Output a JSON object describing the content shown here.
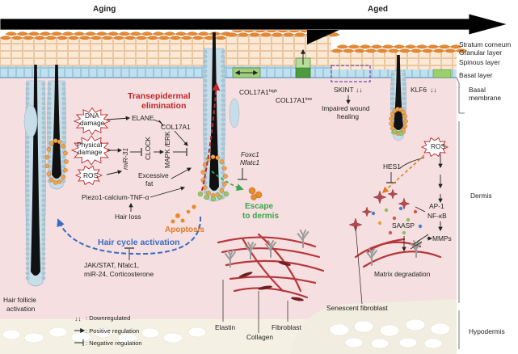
{
  "header": {
    "aging": "Aging",
    "aged": "Aged"
  },
  "layers": {
    "stratum_corneum": "Stratum corneum",
    "granular": "Granular layer",
    "spinous": "Spinous layer",
    "basal": "Basal layer",
    "basal_membrane_1": "Basal",
    "basal_membrane_2": "membrane",
    "dermis": "Dermis",
    "hypodermis": "Hypodermis"
  },
  "left": {
    "dna_damage_1": "DNA",
    "dna_damage_2": "damage",
    "physical_damage_1": "Physical",
    "physical_damage_2": "damage",
    "ros": "ROS",
    "elane": "ELANE",
    "col17a1": "COL17A1",
    "mir31": "miR-31",
    "clock": "CLOCK",
    "mapk_erk": "MAPK /ERK",
    "excessive_fat_1": "Excessive",
    "excessive_fat_2": "fat",
    "piezo": "Piezo1-calcium-TNF-α",
    "hair_loss": "Hair loss",
    "apoptosis": "Apoptosis",
    "transepidermal_1": "Transepidermal",
    "transepidermal_2": "elimination",
    "hair_cycle": "Hair cycle activation",
    "jak_line1": "JAK/STAT, Nfatc1,",
    "jak_line2": "miR-24, Corticosterone",
    "foxc1": "Foxc1",
    "nfatc1": "Nfatc1",
    "escape_1": "Escape",
    "escape_2": "to dermis",
    "hair_follicle_1": "Hair follicle",
    "hair_follicle_2": "activation"
  },
  "middle": {
    "col17a1_high": "COL17A1",
    "col17a1_high_sup": "high",
    "col17a1_low": "COL17A1",
    "col17a1_low_sup": "low",
    "skint": "SKINT",
    "impaired_1": "Impaired wound",
    "impaired_2": "healing",
    "klf6": "KLF6",
    "elastin": "Elastin",
    "collagen": "Collagen",
    "fibroblast": "Fibroblast"
  },
  "right": {
    "ros": "ROS",
    "hes1": "HES1",
    "ap1": "AP-1",
    "nfkb": "NF-κB",
    "saasp": "SAASP",
    "mmps": "MMPs",
    "matrix": "Matrix degradation",
    "senescent": "Senescent fibroblast"
  },
  "legend": {
    "down": ": Downregulated",
    "pos": ": Positive regulation",
    "neg": ": Negative regulation"
  },
  "colors": {
    "dermis": "#f6dfe0",
    "epidermis": "#fbe9d5",
    "basal": "#bfe0ef",
    "corneum": "#e8892f",
    "red": "#c0282b",
    "blue": "#3a6bc4",
    "green": "#3aa64a",
    "orange": "#e07a22"
  }
}
